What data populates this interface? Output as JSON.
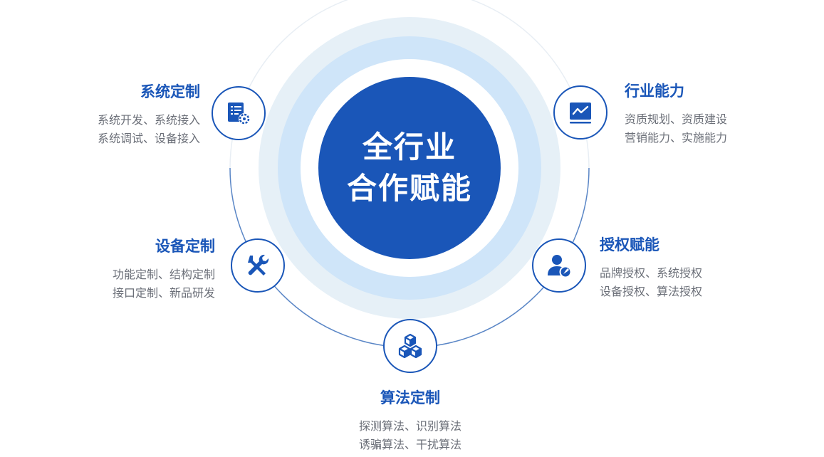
{
  "center": {
    "line1": "全行业",
    "line2": "合作赋能"
  },
  "colors": {
    "primary": "#1a56b8",
    "ring_light": "#e3eff7",
    "ring_mid": "#cde5f8",
    "text_gray": "#6b6f78"
  },
  "items": [
    {
      "id": "system",
      "title": "系统定制",
      "lines": [
        "系统开发、系统接入",
        "系统调试、设备接入"
      ],
      "icon": "document-gear-icon"
    },
    {
      "id": "device",
      "title": "设备定制",
      "lines": [
        "功能定制、结构定制",
        "接口定制、新品研发"
      ],
      "icon": "wrench-screwdriver-icon"
    },
    {
      "id": "algorithm",
      "title": "算法定制",
      "lines": [
        "探测算法、识别算法",
        "诱骗算法、干扰算法"
      ],
      "icon": "cubes-icon"
    },
    {
      "id": "industry",
      "title": "行业能力",
      "lines": [
        "资质规划、资质建设",
        "营销能力、实施能力"
      ],
      "icon": "line-chart-icon"
    },
    {
      "id": "authorization",
      "title": "授权赋能",
      "lines": [
        "品牌授权、系统授权",
        "设备授权、算法授权"
      ],
      "icon": "user-badge-icon"
    }
  ]
}
